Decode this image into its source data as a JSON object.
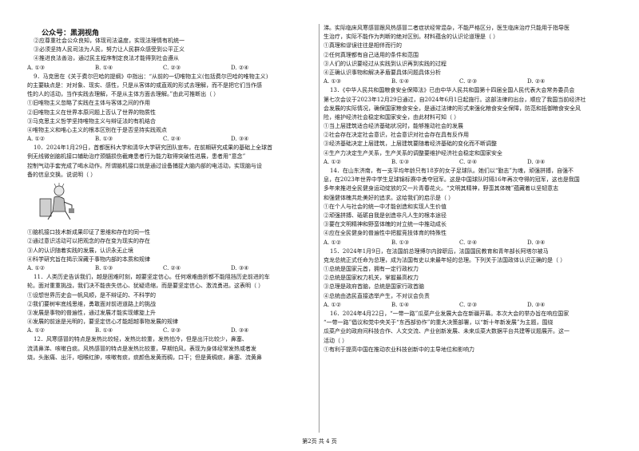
{
  "header": "公众号：黑洞视角",
  "left": {
    "top_lines": [
      "②应尊重社会公众良知，体现司法温度，实现法理情有机统一",
      "③必须坚持人民司法为人民，努力让人民群众感受到公平正义",
      "④推进良法善治，通过民主程序制定良法才能得到社会遵从"
    ],
    "top_options": [
      "A. ①③",
      "B. ①④",
      "C. ②③",
      "D. ②④"
    ],
    "q9": {
      "lines": [
        "9．马克思在《关于费尔巴哈的提纲》中指出：“从前的一切唯物主义(包括费尔巴哈的唯物主义)",
        "的主要缺点是：对对象、现实、感性，只是从客体的或直观的形式去理解，而不是把它们当作感",
        "性的人的活动，当作实践去理解，不是从主体方面去理解。”由此可推断出（    ）"
      ],
      "choices": [
        "①旧唯物主义忽略了实践在主体与客体之间的作用",
        "②旧唯物主义在世界本原问题上否认了世界的物质性",
        "③马克思主义哲学坚持唯物主义与辩证法的有机结合",
        "④唯物主义和唯心主义的根本区别在于是否坚持实践观点"
      ],
      "options": [
        "A. ①②",
        "B. ①③",
        "C. ②④",
        "D. ③④"
      ]
    },
    "q10": {
      "lines": [
        "10．2024年1月29日，首都医科大学和清华大学研究团队宣布，在前期研究成果的基础上全球首",
        "例无线微创脑机接口辅助治疗颈髓损伤截瘫患者行为能力取得突破性进展，患者用“意念”",
        "控制气动手套完成了喝水动作。所谓脑机接口就是通过设备捕捉大脑内部的电活动，实现脑与设",
        "备的信息交换。说说明（    ）"
      ],
      "choices": [
        "①脑机接口技术新成果印证了思维和存在的同一性",
        "②通过意识活动可以把观念的存在变为现实的存在",
        "③人的认识随着实践的发展，认识永无止境",
        "④科学研究旨在揭示深藏于事物内部的本质和规律"
      ],
      "options": [
        "A. ①②",
        "B. ①③",
        "C. ②④",
        "D. ③④"
      ]
    },
    "q11": {
      "lines": [
        "11．人类历史告诉我们，越是困难时刻，越要坚定信心。任何艰难曲折都不能阻挡历史前进的车",
        "轮。面对重重挑战，我们决不能丧失信心、犹疑退缩，而是要坚定信心、激流勇进。这表明（    ）"
      ],
      "choices": [
        "①设想世界历史会一帆风顺，是不辩证的、不科学的",
        "②我们要树牢底线思维，勇敢面对前进道路上的挑战",
        "③发展是事物的普遍性，通过发展才能实现螺旋上升",
        "④发展的前途是光明的，要坚定信心才能超越事物发展的规律"
      ],
      "options": [
        "A. ①②",
        "B. ①④",
        "C. ②③",
        "D. ③④"
      ]
    },
    "q12": {
      "lines": [
        "12．风寒感冒的特点是发热比较轻，发热比较重，发热怕冷，但是出汗比较少，鼻塞、",
        "流清鼻涕、咳嗽白痰。风热感冒的特点是发热比较重，早期怕风，表现为身体经常发热或者发",
        "烧，头胀痛、出汗，咽喉红肿，咳嗽有痰，痰颜色发黄而稠，口干；但是黄稠痰，鼻塞、流黄鼻"
      ]
    }
  },
  "right": {
    "q12_cont": {
      "lines": [
        "涕。实际临床风寒感冒跟风热感冒二者症状经常混杂，不能严格区分，医生临床治疗只能用于指导医",
        "生治疗，实际不能作为判断的绝对区别。材料蕴含的认识论道理是（    ）"
      ],
      "choices": [
        "①真理和谬误往往是相伴而行的",
        "②任何真理都有自己适用的条件和范围",
        "③人们的认识要经过从实践到认识再到实践的过程",
        "④正确认识事物和解决矛盾要具体问题具体分析"
      ],
      "options": [
        "A. ①③",
        "B. ①④",
        "C. ②③",
        "D. ②④"
      ]
    },
    "q13": {
      "lines": [
        "13．《中华人民共和国粮食安全保障法》已由中华人民共和国第十四届全国人民代表大会常务委员会",
        "第七次会议于2023年12月29日通过，自2024年6月1日起施行。这部法律的出台，顺应了我国当前经济社",
        "会发展的实际情况，确保国家粮食安全，是通过法律的形式来强化粮食安全保障，防范和抵御粮食安全风",
        "险，维护经济社会稳定和国家安全，由此材料可知（    ）"
      ],
      "choices": [
        "①当上层建筑适合经济基础状况时，能够推动社会的发展",
        "②社会存在决定社会意识，社会意识对社会存在具有反作用",
        "③经济基础决定上层建筑，上层建筑要随着经济基础的变化而不断调整",
        "④生产力决定生产关系，生产关系的调整要维护经济社会稳定和国家安全"
      ],
      "options": [
        "A. ①②",
        "B. ①③",
        "C. ②④",
        "D. ③④"
      ]
    },
    "q14": {
      "lines": [
        "14．在山东济南，有一支平均年龄只有18岁的女子足球队。她们以“勤志”为魂，顽强拼搏，自强不",
        "息，在2023年世界中学生足球锦标赛中勇夺冠军。这是中国球队时隔16年再次夺得的冠军，这也是我国",
        "多年来推进全民健身运动绽放的又一片青春花火。“文明其精神，野蛮其体魄”蕴藏着以坚韧意志",
        "和强健体魄共赴美好的追求。这给我们的启示是（    ）"
      ],
      "choices": [
        "①在个人与社会的统一中才能创造和实现人生价值",
        "②顽强拼搏、砥砺自我是创造非凡人生的根本途径",
        "③要在文明精神和野蛮体魄的对立统一中推动成长",
        "④应在全民健身的普遍性中把握竞技体育的特殊性"
      ],
      "options": [
        "A. ①②",
        "B. ①③",
        "C. ②④",
        "D. ③④"
      ]
    },
    "q15": {
      "lines": [
        "15．2024年1月9日，在法国前总理博尔内辞职后，法国国民教育和青年部长阿塔尔被马",
        "克龙总统正式任命为总理，成为法国有史以来最年轻的总理。下列关于法国政体认识正确的是（    ）"
      ],
      "choices": [
        "①总统是国家元首，拥有一定行政权力",
        "②总统是国家权力机关，掌握最高权力",
        "③总理是政府首脑，总统是国家行政首脑",
        "④总统由选民直接选举产生，不对议会负责"
      ],
      "options": [
        "A. ①②",
        "B. ①④",
        "C. ②③",
        "D. ③④"
      ]
    },
    "q16": {
      "lines": [
        "16．2024年4月22日，“一带一路”瓜菜产业发展大会在新疆开幕。本次大会的举办旨在响应国家",
        "“一带一路”倡议和党中央关于“东西部协作”的重大决策部署，以“新十年新发展”为主题，围绕",
        "瓜菜产业的政府间科技合作、人文交流、产业创新发展、未来瓜菜大数据平台共建等议题展开。这一",
        "活动（    ）"
      ],
      "choices": [
        "①有利于提高中国在推动农业科技创新中的主导地位和影响力"
      ]
    }
  },
  "footer": "第2页 共 4 页"
}
